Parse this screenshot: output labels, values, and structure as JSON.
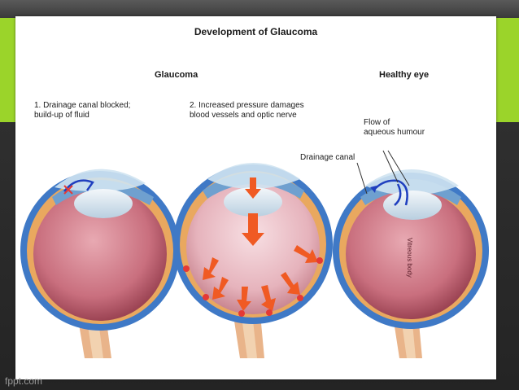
{
  "slide": {
    "title": "Development of Glaucoma",
    "headings": {
      "glaucoma": "Glaucoma",
      "healthy": "Healthy eye"
    },
    "steps": {
      "step1": "1. Drainage canal blocked;\nbuild-up of fluid",
      "step2": "2. Increased pressure damages\nblood vessels and optic nerve"
    },
    "labels": {
      "flow": "Flow of\naqueous humour",
      "drainage": "Drainage canal",
      "vitreous": "Vitreous body"
    }
  },
  "footer": {
    "watermark": "fppt.com"
  },
  "colors": {
    "green_band": "#9bd42a",
    "sclera": "#3f79c6",
    "vitreous": "#c9727f",
    "arrow": "#f05a23",
    "flow_arrow": "#1f3fbf",
    "damage": "#e53935"
  }
}
